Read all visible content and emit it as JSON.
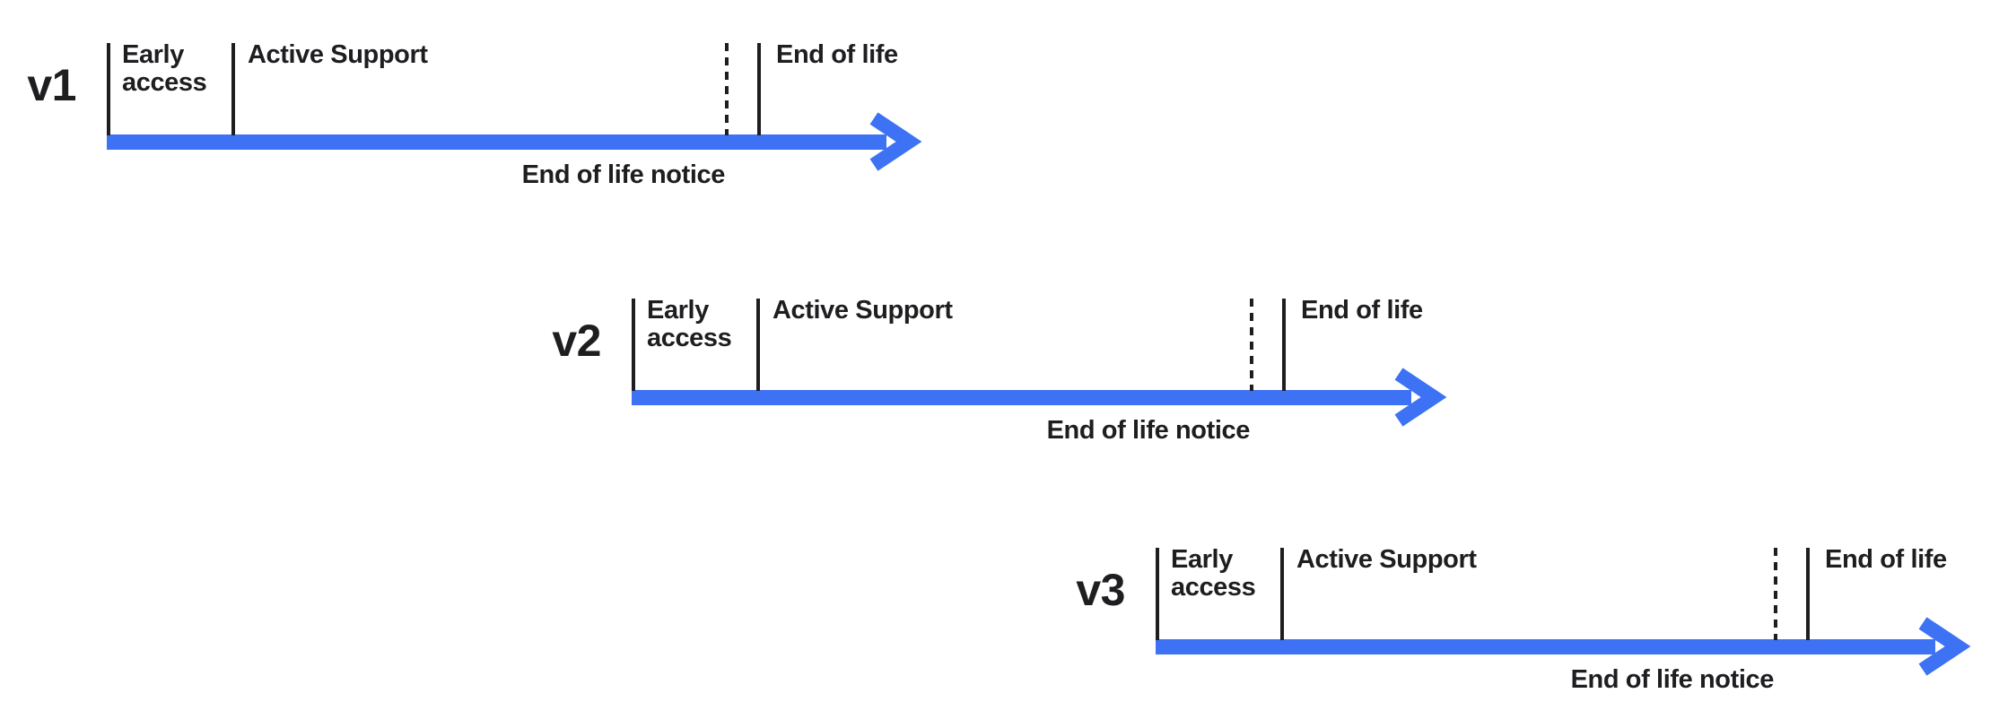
{
  "colors": {
    "arrow_blue": "#3d72f4",
    "ink": "#1e1e21"
  },
  "rows": [
    {
      "version": "v1",
      "early_access": "Early access",
      "active_support": "Active Support",
      "end_of_life": "End of life",
      "end_of_life_notice": "End of life notice"
    },
    {
      "version": "v2",
      "early_access": "Early access",
      "active_support": "Active Support",
      "end_of_life": "End of life",
      "end_of_life_notice": "End of life notice"
    },
    {
      "version": "v3",
      "early_access": "Early access",
      "active_support": "Active Support",
      "end_of_life": "End of life",
      "end_of_life_notice": "End of life notice"
    }
  ]
}
